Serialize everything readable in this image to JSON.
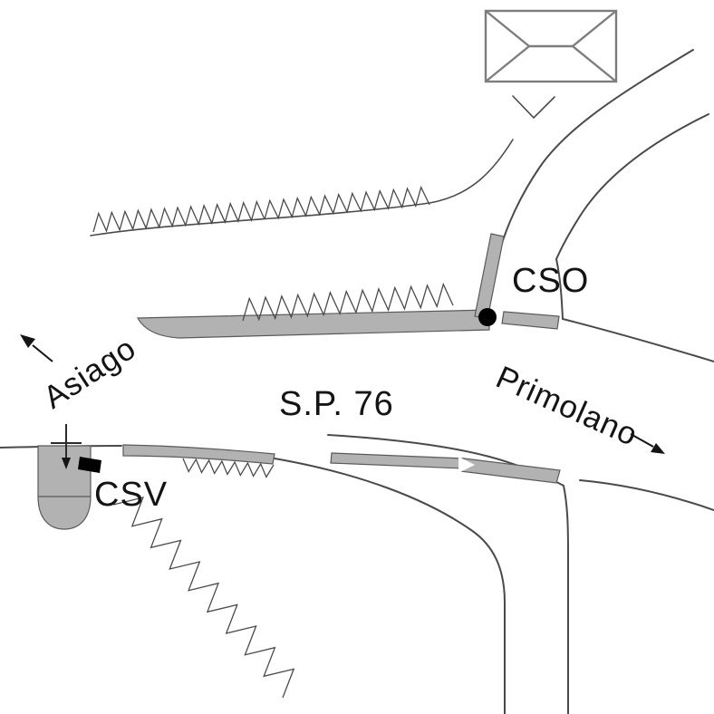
{
  "map": {
    "labels": {
      "cso": "CSO",
      "csv": "CSV",
      "asiago": "Asiago",
      "primolano": "Primolano",
      "road_name": "S.P. 76"
    },
    "colors": {
      "surface": "#b2b2b2",
      "building": "#b5b5b5",
      "marker": "#000000",
      "notch": "#ffffff"
    }
  }
}
